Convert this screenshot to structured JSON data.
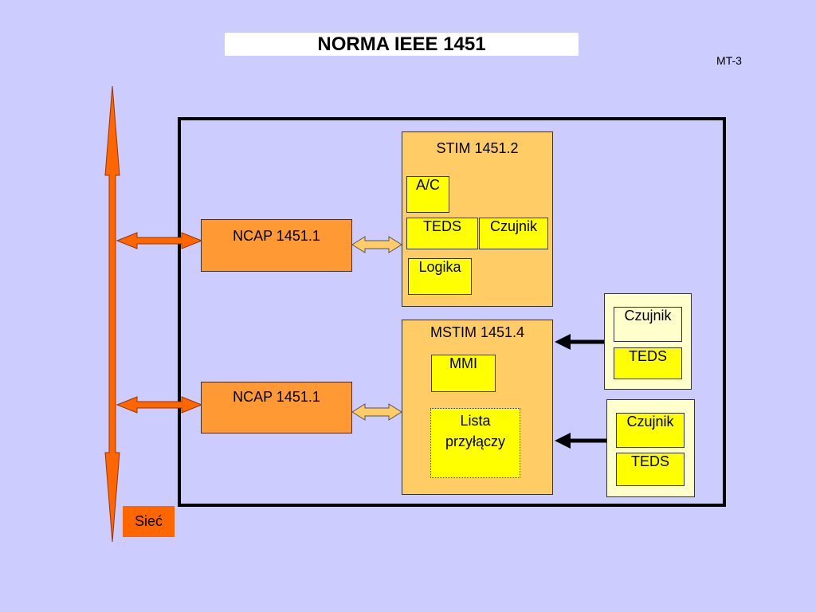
{
  "header": {
    "title": "NORMA  IEEE 1451",
    "page_code": "MT-3"
  },
  "network": {
    "label": "Sieć"
  },
  "ncap": [
    {
      "label": "NCAP  1451.1"
    },
    {
      "label": "NCAP  1451.1"
    }
  ],
  "stim": {
    "title": "STIM 1451.2",
    "items": {
      "ac": "A/C",
      "teds": "TEDS",
      "sensor": "Czujnik",
      "logic": "Logika"
    }
  },
  "mstim": {
    "title": "MSTIM 1451.4",
    "mmi": "MMI",
    "connection_list_line1": "Lista",
    "connection_list_line2": "przyłączy"
  },
  "external_modules": [
    {
      "sensor": "Czujnik",
      "teds": "TEDS"
    },
    {
      "sensor": "Czujnik",
      "teds": "TEDS"
    }
  ],
  "colors": {
    "background": "#ccccff",
    "network_arrow": "#ff6600",
    "ncap_fill": "#ff9933",
    "stim_fill": "#ffcc66",
    "component_fill": "#ffff00",
    "module_fill": "#ffffcc",
    "link_arrow": "#ffcc66"
  }
}
